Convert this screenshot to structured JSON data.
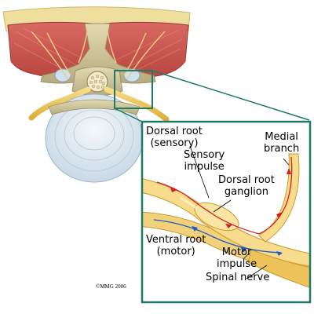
{
  "labels": {
    "dorsal_root": [
      "Dorsal root",
      "(sensory)"
    ],
    "sensory_impulse": [
      "Sensory",
      "impulse"
    ],
    "dorsal_root_ganglion": [
      "Dorsal root",
      "ganglion"
    ],
    "medial_branch": [
      "Medial",
      "branch"
    ],
    "ventral_root": [
      "Ventral root",
      "(motor)"
    ],
    "motor_impulse": [
      "Motor",
      "impulse"
    ],
    "spinal_nerve": "Spinal nerve"
  },
  "copyright": "©MMG 2006",
  "colors": {
    "muscle": "#c9534f",
    "bone": "#c9bf94",
    "disc": "#dbe8f2",
    "nerve": "#eec45a",
    "inset_border": "#1f7a6a",
    "sensory_arrow": "#d41f1f",
    "motor_arrow": "#2458c4"
  }
}
